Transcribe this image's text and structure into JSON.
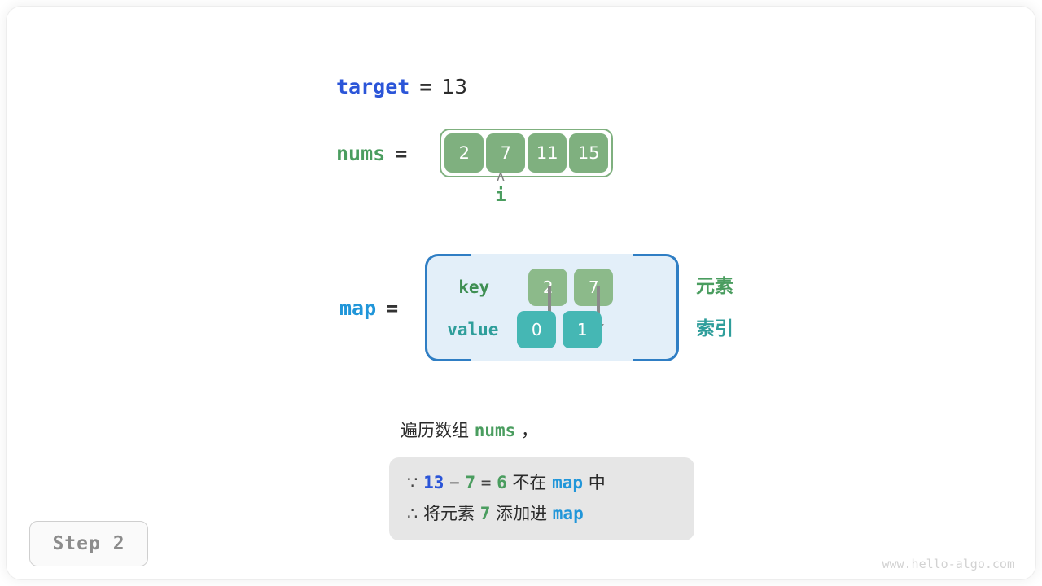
{
  "diagram": {
    "title_watermark": "www.hello-algo.com",
    "step_label": "Step 2"
  },
  "target": {
    "name": "target",
    "equals": "=",
    "value": "13"
  },
  "nums": {
    "name": "nums",
    "equals": "=",
    "cells": [
      "2",
      "7",
      "11",
      "15"
    ]
  },
  "pointer": {
    "caret": "ʌ",
    "name": "i",
    "index": 1
  },
  "map": {
    "name": "map",
    "equals": "=",
    "key_label": "key",
    "value_label": "value",
    "keys": [
      "2",
      "7"
    ],
    "values": [
      "0",
      "1"
    ]
  },
  "legend": {
    "element": "元素",
    "index": "索引"
  },
  "caption": {
    "prefix": "遍历数组",
    "keyword": "nums",
    "suffix": "，"
  },
  "callout": {
    "line1": {
      "sym": "∵",
      "a": "13",
      "minus": "−",
      "b": "7",
      "eq": "=",
      "result": "6",
      "text_mid": "不在",
      "map": "map",
      "text_end": "中"
    },
    "line2": {
      "sym": "∴",
      "text_start": "将元素",
      "num": "7",
      "text_mid": "添加进",
      "map": "map"
    }
  },
  "colors": {
    "target_blue": "#2b55d8",
    "map_blue": "#2196d9",
    "green": "#4a9d5f",
    "cell_green": "#7fb07f",
    "key_green": "#8cba8a",
    "value_teal": "#45b7b4",
    "map_bg": "#e3eff9",
    "map_border": "#2f7ec4",
    "callout_bg": "#e6e6e6",
    "arrow_gray": "#8a8a8a"
  }
}
